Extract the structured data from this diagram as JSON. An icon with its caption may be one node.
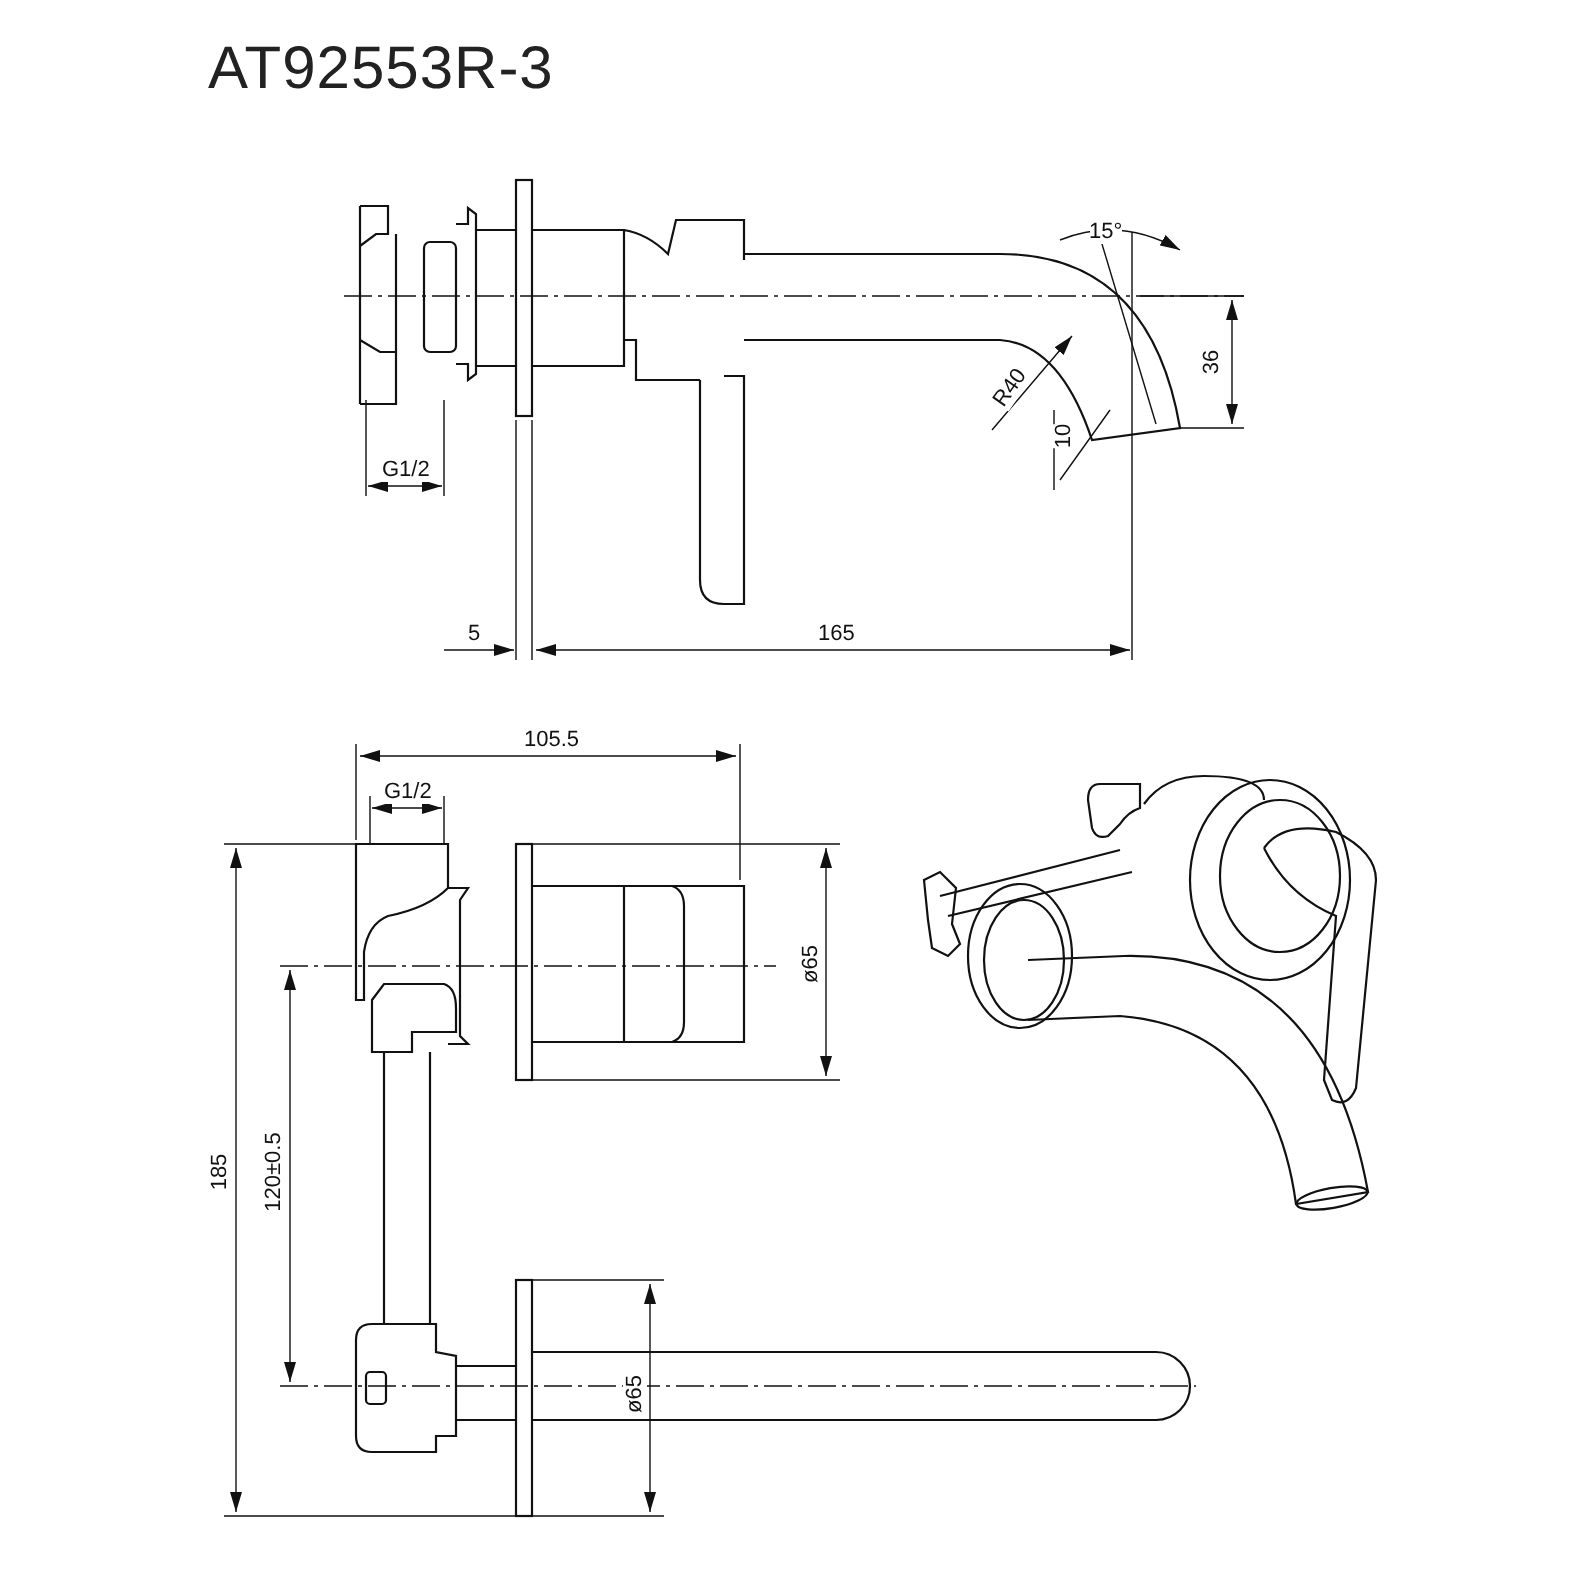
{
  "diagram": {
    "title": "AT92553R-3",
    "labels": [
      "15°",
      "36",
      "R40",
      "10",
      "G1/2",
      "5",
      "165",
      "105.5",
      "G1/2",
      "ø65",
      "185",
      "120±0.5",
      "ø65"
    ]
  }
}
